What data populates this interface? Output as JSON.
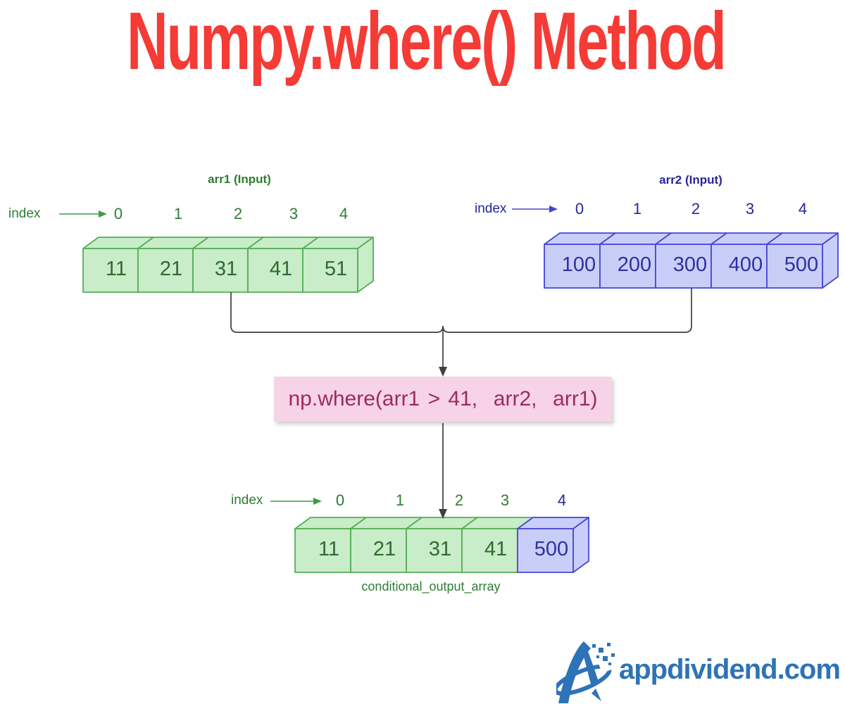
{
  "title": {
    "text": "Numpy.where() Method"
  },
  "colors": {
    "title_red": "#f43b36",
    "green_border": "#54ae54",
    "green_fill": "#c9ecc9",
    "green_text": "#2f6a31",
    "green_label": "#2e7d32",
    "green_arrow": "#3f9b43",
    "blue_border": "#4646d8",
    "blue_fill": "#c9cef8",
    "blue_text": "#30309f",
    "blue_label": "#25259c",
    "blue_arrow": "#4444cc",
    "pink_bg": "#f6d3e6",
    "pink_text": "#9e2a5c",
    "connector": "#3f3f3f",
    "logo_blue": "#2e73b7"
  },
  "arr1": {
    "label": "arr1 (Input)",
    "index_label": "index",
    "indices": [
      "0",
      "1",
      "2",
      "3",
      "4"
    ],
    "values": [
      "11",
      "21",
      "31",
      "41",
      "51"
    ]
  },
  "arr2": {
    "label": "arr2 (Input)",
    "index_label": "index",
    "indices": [
      "0",
      "1",
      "2",
      "3",
      "4"
    ],
    "values": [
      "100",
      "200",
      "300",
      "400",
      "500"
    ]
  },
  "operation": {
    "text": "np.where(arr1 > 41,  arr2,  arr1)"
  },
  "output": {
    "label": "conditional_output_array",
    "index_label": "index",
    "indices": [
      "0",
      "1",
      "2",
      "3",
      "4"
    ],
    "values": [
      "11",
      "21",
      "31",
      "41",
      "500"
    ],
    "highlighted_index": 4
  },
  "logo": {
    "text": "appdividend.com",
    "icon": "appdividend-orbit-a-icon"
  }
}
